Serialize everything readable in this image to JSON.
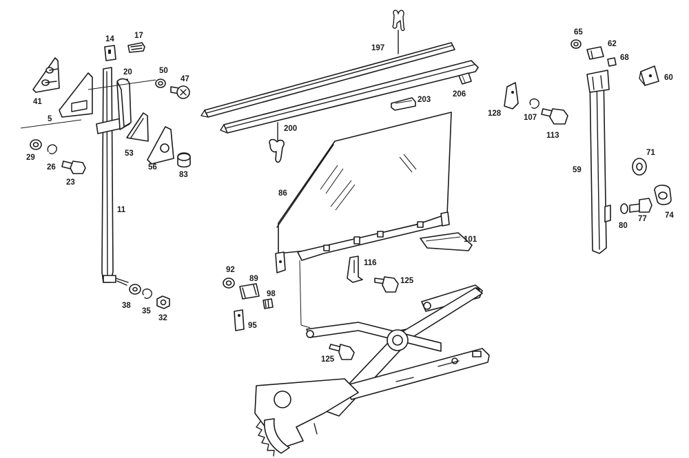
{
  "diagram": {
    "parts": [
      {
        "id": "p14",
        "label": "14",
        "icon": "clip-nut"
      },
      {
        "id": "p17",
        "label": "17",
        "icon": "screw"
      },
      {
        "id": "p41",
        "label": "41",
        "icon": "triangle-cover"
      },
      {
        "id": "p20",
        "label": "20",
        "icon": "guide-top"
      },
      {
        "id": "p50",
        "label": "50",
        "icon": "washer"
      },
      {
        "id": "p47",
        "label": "47",
        "icon": "screw"
      },
      {
        "id": "p5",
        "label": "5",
        "icon": "mirror-bracket"
      },
      {
        "id": "p29",
        "label": "29",
        "icon": "washer"
      },
      {
        "id": "p26",
        "label": "26",
        "icon": "spring-washer"
      },
      {
        "id": "p23",
        "label": "23",
        "icon": "bolt"
      },
      {
        "id": "p53",
        "label": "53",
        "icon": "triangle-plate"
      },
      {
        "id": "p56",
        "label": "56",
        "icon": "triangle-plate"
      },
      {
        "id": "p83",
        "label": "83",
        "icon": "cap"
      },
      {
        "id": "p11",
        "label": "11",
        "icon": "window-guide-rail"
      },
      {
        "id": "p38",
        "label": "38",
        "icon": "washer"
      },
      {
        "id": "p35",
        "label": "35",
        "icon": "spring-washer"
      },
      {
        "id": "p32",
        "label": "32",
        "icon": "nut"
      },
      {
        "id": "p197",
        "label": "197",
        "icon": "clip"
      },
      {
        "id": "p200",
        "label": "200",
        "icon": "clip"
      },
      {
        "id": "p203",
        "label": "203",
        "icon": "stop"
      },
      {
        "id": "p206",
        "label": "206",
        "icon": "end-cap"
      },
      {
        "id": "p86",
        "label": "86",
        "icon": "door-glass"
      },
      {
        "id": "p101",
        "label": "101",
        "icon": "wedge"
      },
      {
        "id": "p116",
        "label": "116",
        "icon": "bracket"
      },
      {
        "id": "p125a",
        "label": "125",
        "icon": "bolt"
      },
      {
        "id": "p92",
        "label": "92",
        "icon": "washer"
      },
      {
        "id": "p89",
        "label": "89",
        "icon": "guide-block"
      },
      {
        "id": "p98",
        "label": "98",
        "icon": "stud"
      },
      {
        "id": "p95",
        "label": "95",
        "icon": "plate"
      },
      {
        "id": "p125b",
        "label": "125",
        "icon": "bolt"
      },
      {
        "id": "p128",
        "label": "128",
        "icon": "bracket"
      },
      {
        "id": "p107",
        "label": "107",
        "icon": "spring-washer"
      },
      {
        "id": "p113",
        "label": "113",
        "icon": "bolt"
      },
      {
        "id": "p65",
        "label": "65",
        "icon": "washer"
      },
      {
        "id": "p62",
        "label": "62",
        "icon": "guide-block"
      },
      {
        "id": "p68",
        "label": "68",
        "icon": "stud"
      },
      {
        "id": "p60",
        "label": "60",
        "icon": "bracket"
      },
      {
        "id": "p59",
        "label": "59",
        "icon": "window-guide-rail"
      },
      {
        "id": "p71",
        "label": "71",
        "icon": "bushing"
      },
      {
        "id": "p74",
        "label": "74",
        "icon": "buffer"
      },
      {
        "id": "p77",
        "label": "77",
        "icon": "bolt"
      },
      {
        "id": "p80",
        "label": "80",
        "icon": "washer"
      }
    ]
  }
}
